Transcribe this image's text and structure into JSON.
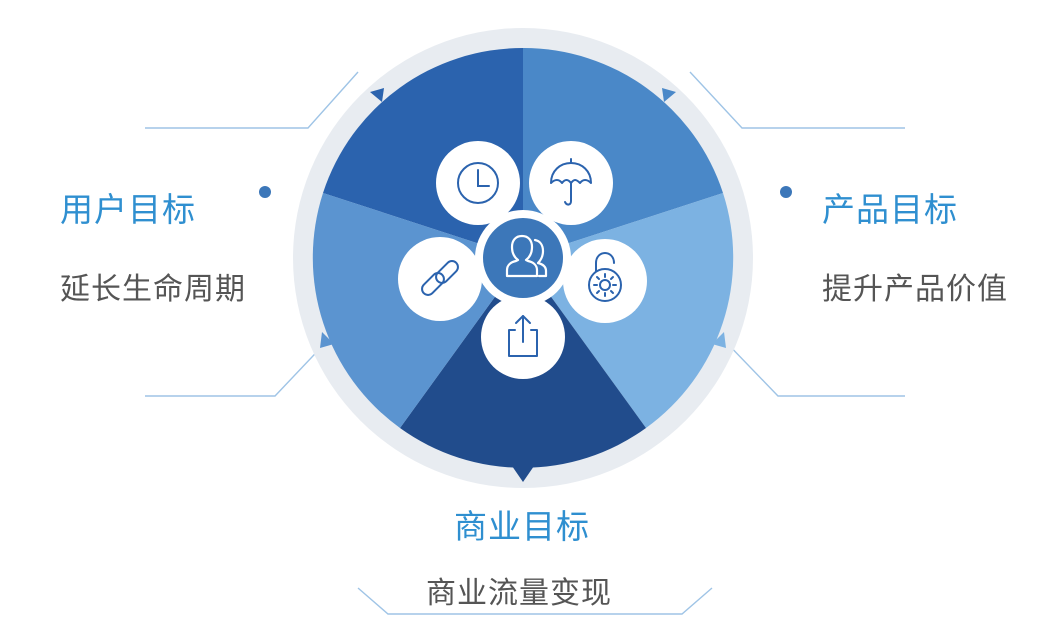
{
  "goals": {
    "user": {
      "title": "用户目标",
      "subtitle": "延长生命周期"
    },
    "product": {
      "title": "产品目标",
      "subtitle": "提升产品价值"
    },
    "business": {
      "title": "商业目标",
      "subtitle": "商业流量变现"
    }
  },
  "center_icon": "users-icon",
  "petal_icons": [
    "clock-icon",
    "umbrella-icon",
    "gear-lock-icon",
    "share-icon",
    "link-icon"
  ],
  "colors": {
    "accent": "#2f8fd0",
    "text_gray": "#555555",
    "ring": "#e8ecf1",
    "connector": "#9fc4e6",
    "segment_dark": "#2b63ae",
    "segment_mid": "#4a88c8",
    "segment_light": "#7cb2e2",
    "segment_navy": "#214c8c",
    "segment_left": "#5b94d0"
  }
}
